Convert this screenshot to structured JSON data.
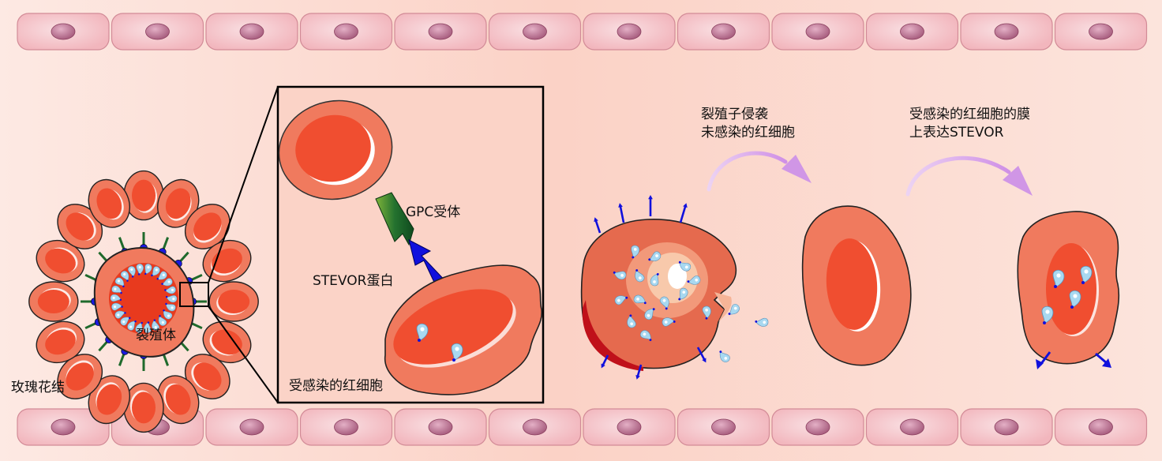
{
  "labels": {
    "rosette": "玫瑰花结",
    "schizont": "裂殖体",
    "gpc_receptor": "GPC受体",
    "stevor_protein": "STEVOR蛋白",
    "infected_rbc": "受感染的红细胞",
    "merozoite_invade_line1": "裂殖子侵袭",
    "merozoite_invade_line2": "未感染的红细胞",
    "membrane_express_line1": "受感染的红细胞的膜",
    "membrane_express_line2": "上表达STEVOR"
  },
  "colors": {
    "endothelium": "#f4c4c8",
    "endothelium_nucleus": "#b06a85",
    "rbc_rim": "#f07a5e",
    "rbc_center": "#f04e30",
    "stevor_blue": "#1010dd",
    "gpc_green": "#1f6a2c",
    "merozoite": "#a8d8f0",
    "arrow_violet": "#d7a3e8"
  }
}
